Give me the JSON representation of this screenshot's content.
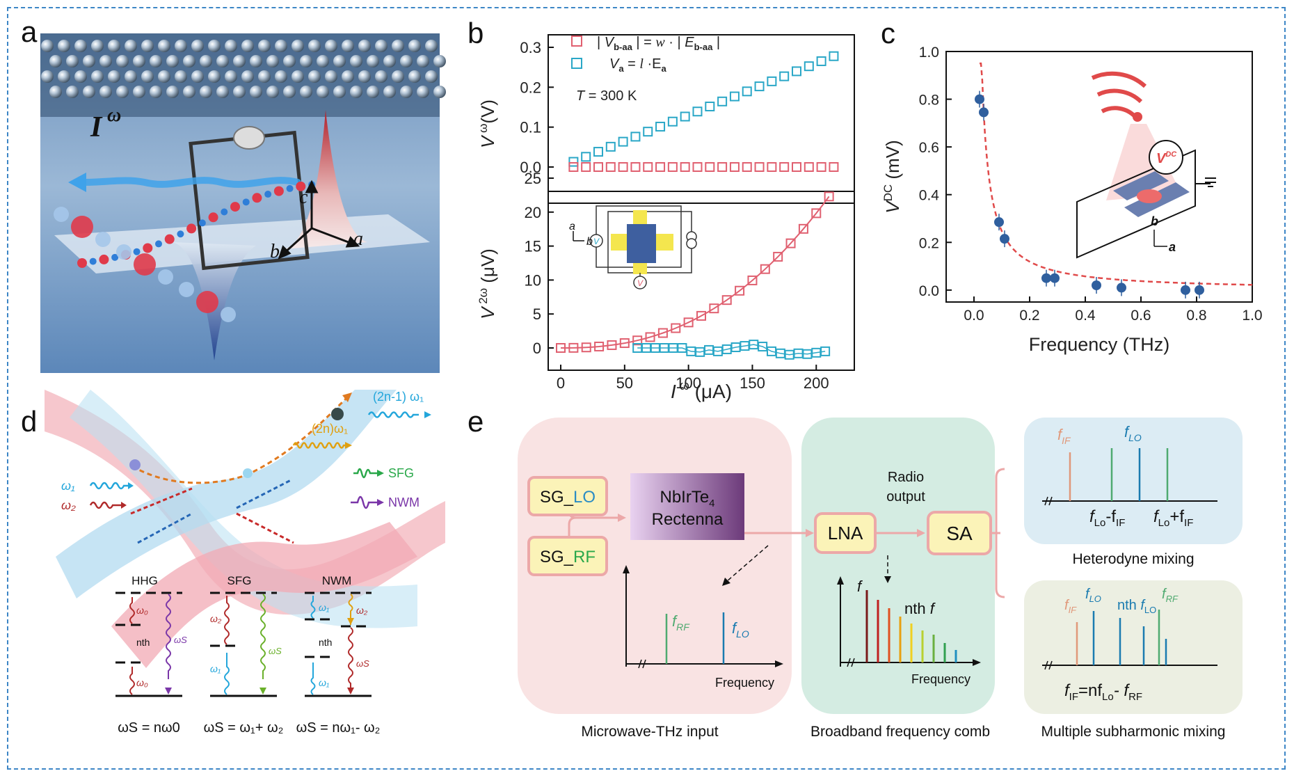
{
  "panel_labels": [
    "a",
    "b",
    "c",
    "d",
    "e"
  ],
  "colors": {
    "frame": "#3d86c6",
    "red": "#e06070",
    "teal": "#2aa7c7",
    "dashed_fit": "#e04a4a",
    "point": "#2f5f9e"
  },
  "panel_a": {
    "current_label": "I",
    "current_sup": "ω",
    "axes": [
      "c",
      "a",
      "b"
    ]
  },
  "panel_b": {
    "top": {
      "legend": [
        {
          "name": "| V_b-aa | = w · | E_b-aa |",
          "color": "#e06070"
        },
        {
          "name": "V_a = l · E_a",
          "color": "#2aa7c7"
        }
      ],
      "annotation": "T = 300 K",
      "ylabel": "V ω(V)",
      "yticks": [
        "0.0",
        "0.1",
        "0.2",
        "0.3"
      ]
    },
    "bottom": {
      "ylabel": "V 2ω (μV)",
      "yticks": [
        "0",
        "5",
        "10",
        "15",
        "20",
        "25"
      ],
      "inset_axes": [
        "a",
        "b"
      ],
      "inset_meters": [
        "V",
        "V"
      ]
    },
    "xlabel": "I ω (μA)",
    "xticks": [
      "0",
      "50",
      "100",
      "150",
      "200"
    ]
  },
  "panel_c": {
    "ylabel": "V DC (mV)",
    "xlabel": "Frequency (THz)",
    "yticks": [
      "0.0",
      "0.2",
      "0.4",
      "0.6",
      "0.8",
      "1.0"
    ],
    "xticks": [
      "0.0",
      "0.2",
      "0.4",
      "0.6",
      "0.8",
      "1.0"
    ],
    "inset_label": "V",
    "inset_sup": "DC",
    "inset_axes": [
      "b",
      "a"
    ]
  },
  "panel_d": {
    "beam_labels": {
      "w1": "ω₁",
      "w2": "ω₂",
      "out1": "(2n-1) ω₁",
      "out2": "(2n)ω₁",
      "sfg": "SFG",
      "nwm": "NWM"
    },
    "diagrams": [
      {
        "title": "HHG",
        "equation": "ωS = nω0",
        "levels": [
          "ω₀",
          "nth",
          "ω₀"
        ],
        "out": "ωS"
      },
      {
        "title": "SFG",
        "equation": "ωS = ω₁+ ω₂",
        "levels": [
          "ω₂",
          "ω₁"
        ],
        "out": "ωS"
      },
      {
        "title": "NWM",
        "equation": "ωS = nω₁- ω₂",
        "levels": [
          "ω₁",
          "nth",
          "ω₁",
          "ω₂"
        ],
        "out": "ωS"
      }
    ]
  },
  "panel_e": {
    "box1_caption": "Microwave-THz input",
    "box2_caption": "Broadband frequency comb",
    "sg_lo": "SG_",
    "sg_lo_suffix": "LO",
    "sg_rf": "SG_",
    "sg_rf_suffix": "RF",
    "rectenna_line1": "NbIrTe",
    "rectenna_sub": "4",
    "rectenna_line2": "Rectenna",
    "lna": "LNA",
    "sa": "SA",
    "radio_output": "Radio\noutput",
    "radio_line1": "Radio",
    "radio_line2": "output",
    "freq_label": "Frequency",
    "spec_f_rf": "f",
    "spec_f_rf_sub": "RF",
    "spec_f_lo": "f",
    "spec_f_lo_sub": "LO",
    "comb_f": "f",
    "comb_nth": "nth f",
    "het_title": "Heterodyne mixing",
    "het_fif": "f",
    "het_fif_sub": "IF",
    "het_flo": "f",
    "het_flo_sub": "LO",
    "het_minus": "f",
    "het_minus_text": "Lo",
    "het_minus_expr": "-f",
    "het_minus_sub2": "IF",
    "het_plus_expr": "+f",
    "het_plus_sub2": "IF",
    "msm_title": "Multiple subharmonic mixing",
    "msm_formula": "f",
    "msm_if": "IF",
    "msm_eq": "=nf",
    "msm_lo": "Lo",
    "msm_minus": "- f",
    "msm_rf": "RF",
    "msm_nth": "nth f",
    "msm_nth_sub": "LO",
    "msm_frf_sub": "RF"
  }
}
